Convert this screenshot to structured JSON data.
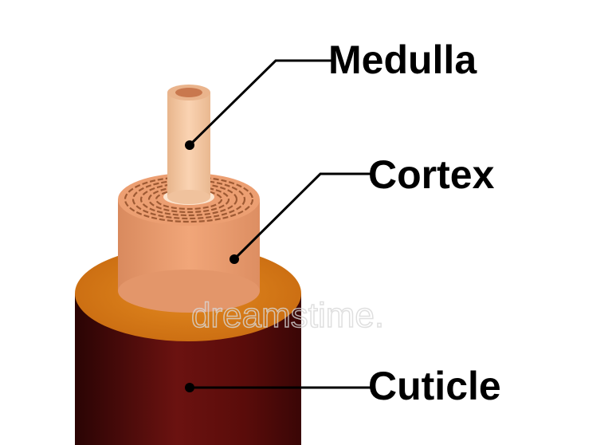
{
  "labels": {
    "medulla": "Medulla",
    "cortex": "Cortex",
    "cuticle": "Cuticle"
  },
  "watermark": "dreamstime.",
  "colors": {
    "medulla": "#f3c6a0",
    "cortex": "#e99a6c",
    "cortex_fibers": "#9e5a33",
    "cuticle_top": "#d67a16",
    "cuticle_body": "#5a0d0b",
    "leader_line": "#000000"
  }
}
